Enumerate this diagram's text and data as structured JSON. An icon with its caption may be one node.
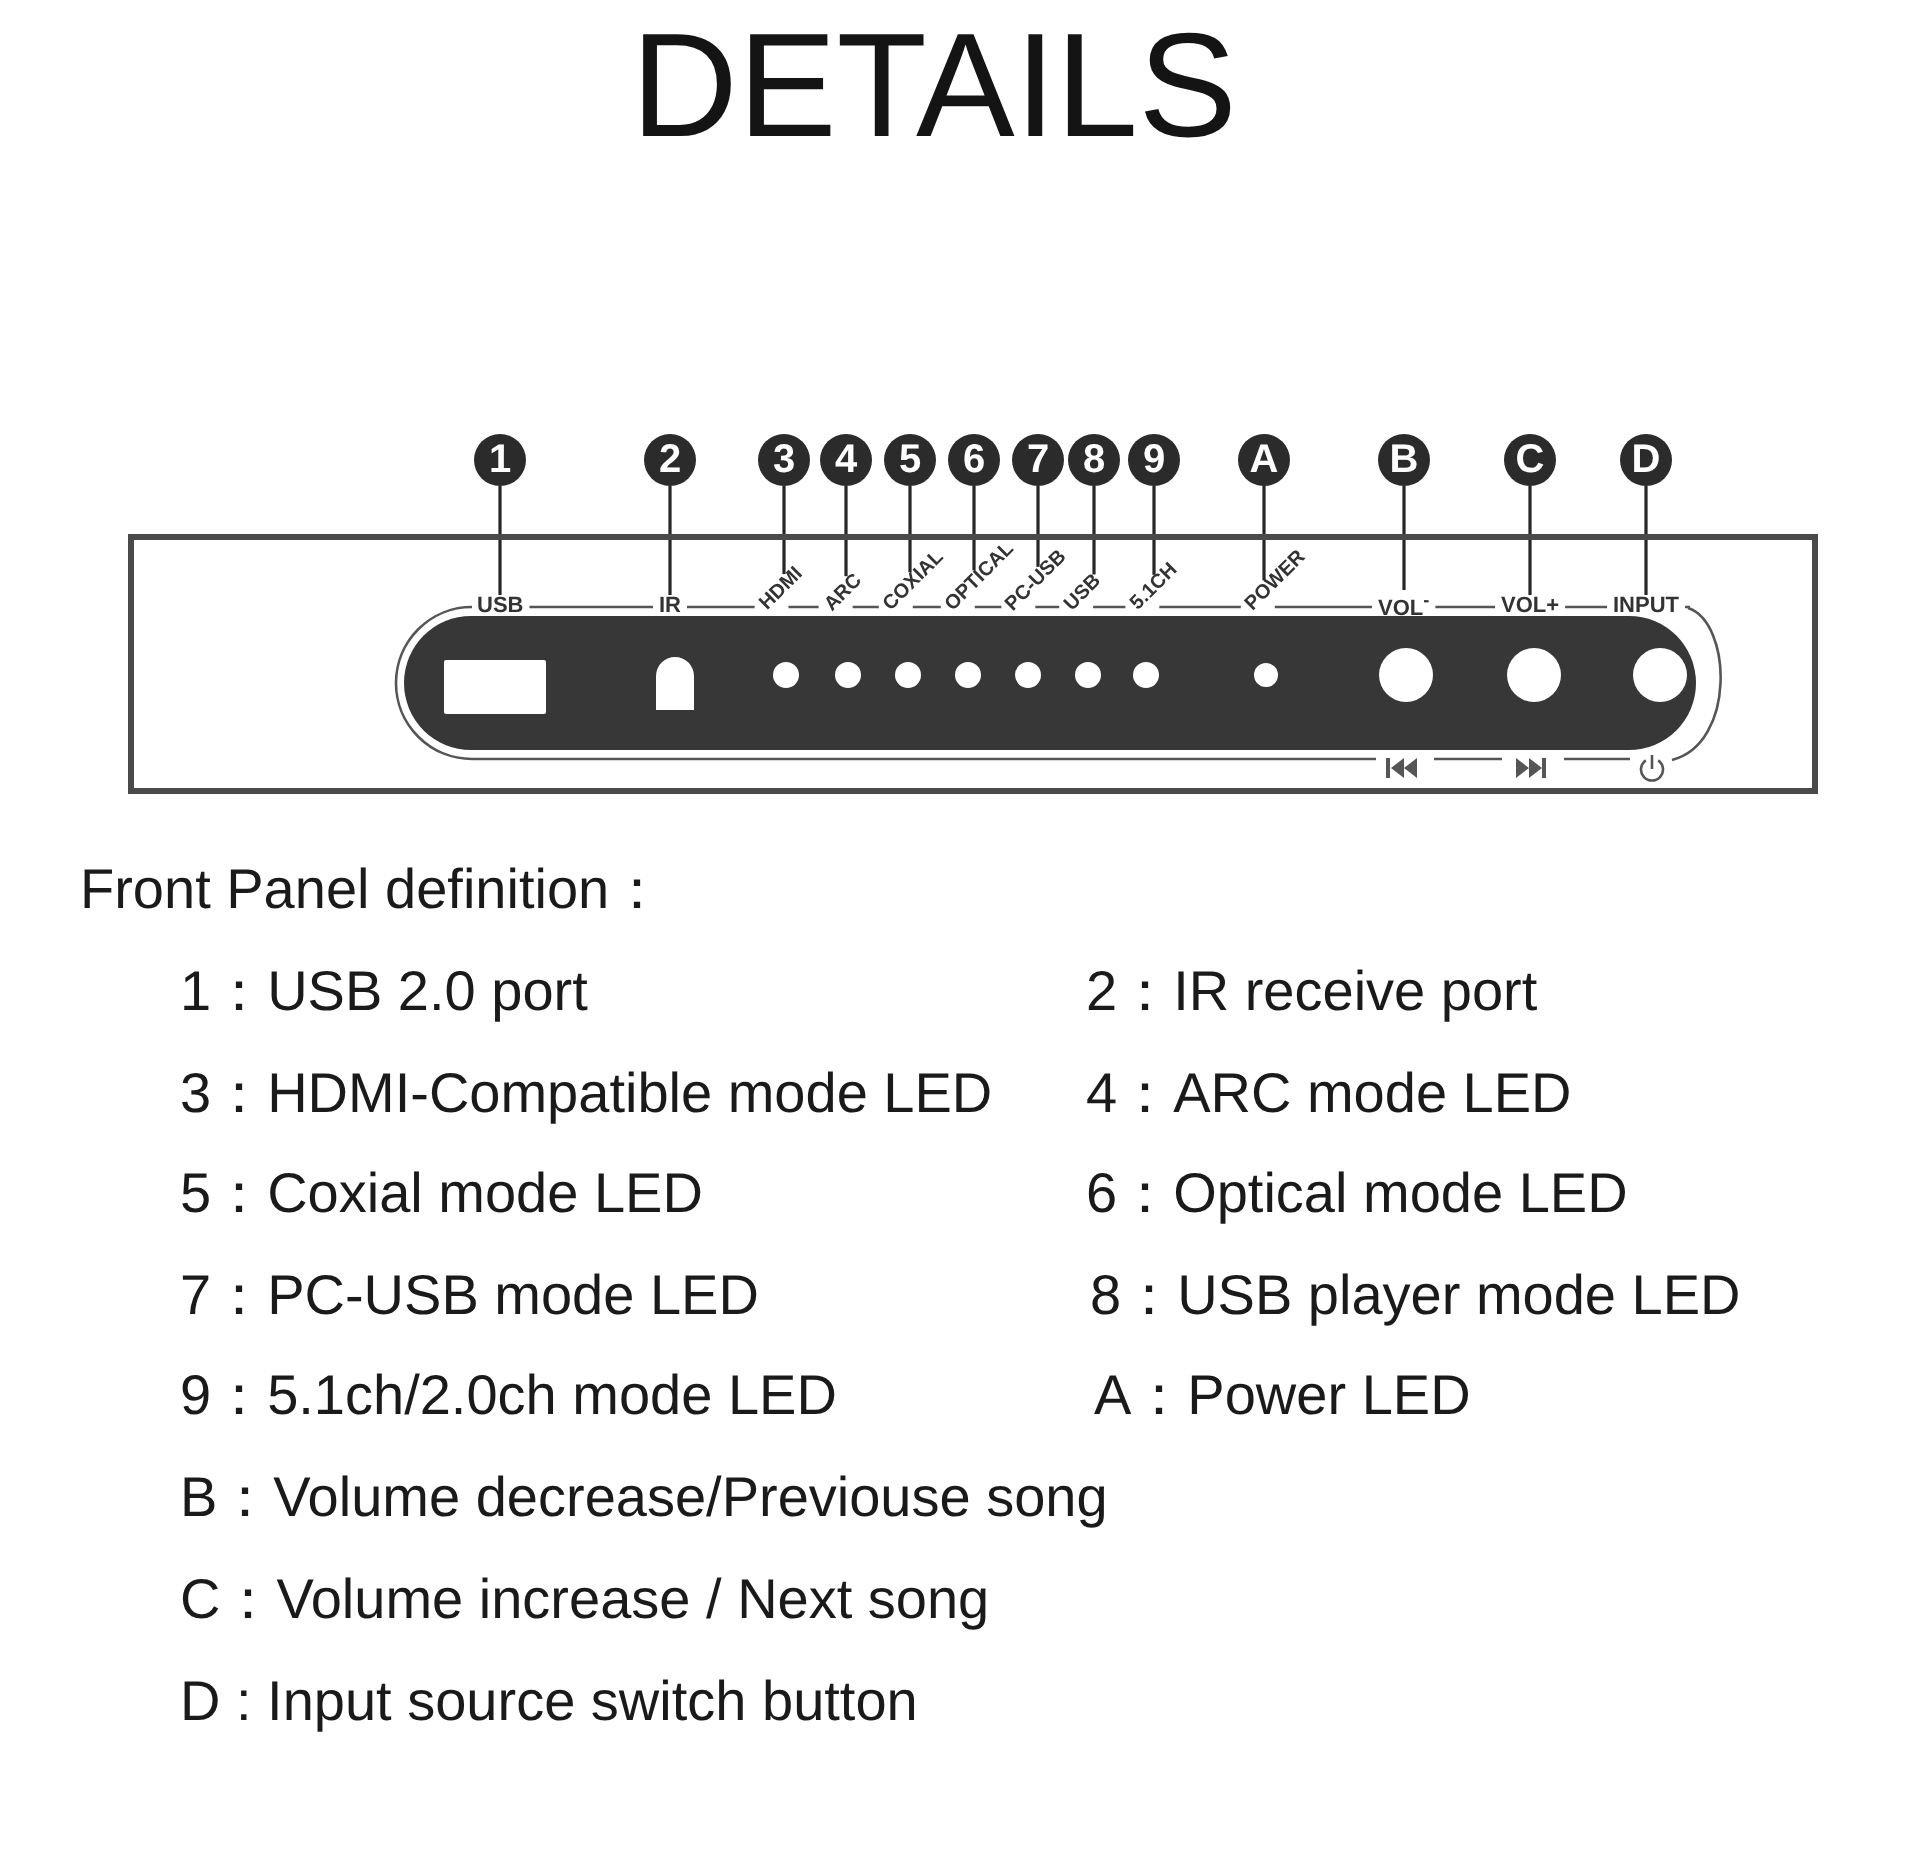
{
  "diagram": {
    "title": "DETAILS",
    "nodes": [
      {
        "text": [
          "1"
        ]
      },
      {
        "text": [
          "2"
        ]
      },
      {
        "text": [
          "3"
        ]
      },
      {
        "text": [
          "4"
        ]
      },
      {
        "text": [
          "5"
        ]
      },
      {
        "text": [
          "6"
        ]
      },
      {
        "text": [
          "7"
        ]
      },
      {
        "text": [
          "8"
        ]
      },
      {
        "text": [
          "9"
        ]
      },
      {
        "text": [
          "A"
        ]
      },
      {
        "text": [
          "B"
        ]
      },
      {
        "text": [
          "C"
        ]
      },
      {
        "text": [
          "D"
        ]
      },
      {
        "text": [],
        "shape": "box"
      },
      {
        "text": [
          "USB"
        ],
        "in": 13
      },
      {
        "text": [
          "IR"
        ],
        "in": 13
      },
      {
        "text": [
          "HDMI"
        ],
        "in": 13
      },
      {
        "text": [
          "ARC"
        ],
        "in": 13
      },
      {
        "text": [
          "COXIAL"
        ],
        "in": 13
      },
      {
        "text": [
          "OPTICAL"
        ],
        "in": 13
      },
      {
        "text": [
          "PC-USB"
        ],
        "in": 13
      },
      {
        "text": [
          "USB"
        ],
        "in": 13
      },
      {
        "text": [
          "5.1CH"
        ],
        "in": 13
      },
      {
        "text": [
          "POWER"
        ],
        "in": 13
      },
      {
        "text": [
          "VOL$^{-}$"
        ],
        "in": 13
      },
      {
        "text": [
          "VOL+"
        ],
        "in": 13
      },
      {
        "text": [
          "INPUT"
        ],
        "in": 13
      }
    ],
    "edges": [
      {
        "from": 0,
        "to": 14,
        "arrow": "none"
      },
      {
        "from": 1,
        "to": 15,
        "arrow": "none"
      },
      {
        "from": 2,
        "to": 16,
        "arrow": "none"
      },
      {
        "from": 3,
        "to": 17,
        "arrow": "none"
      },
      {
        "from": 4,
        "to": 18,
        "arrow": "none"
      },
      {
        "from": 5,
        "to": 19,
        "arrow": "none"
      },
      {
        "from": 6,
        "to": 20,
        "arrow": "none"
      },
      {
        "from": 7,
        "to": 21,
        "arrow": "none"
      },
      {
        "from": 8,
        "to": 22,
        "arrow": "none"
      },
      {
        "from": 9,
        "to": 23,
        "arrow": "none"
      },
      {
        "from": 10,
        "to": 24,
        "arrow": "none"
      },
      {
        "from": 11,
        "to": 25,
        "arrow": "none"
      },
      {
        "from": 12,
        "to": 26,
        "arrow": "none"
      }
    ],
    "labels": [
      "Front Panel definition：",
      "1：USB 2.0 port",
      "2：IR receive port",
      "3：HDMI-Compatible mode LED",
      "4：ARC mode LED",
      "5：Coxial mode LED",
      "6：Optical mode LED",
      "7：PC-USB mode LED",
      "8：USB player mode LED",
      "9：5.1ch/2.0ch mode LED",
      "A：Power LED",
      "B：Volume decrease/Previouse song",
      "C：Volume increase / Next song",
      "D : Input source switch button"
    ]
  }
}
